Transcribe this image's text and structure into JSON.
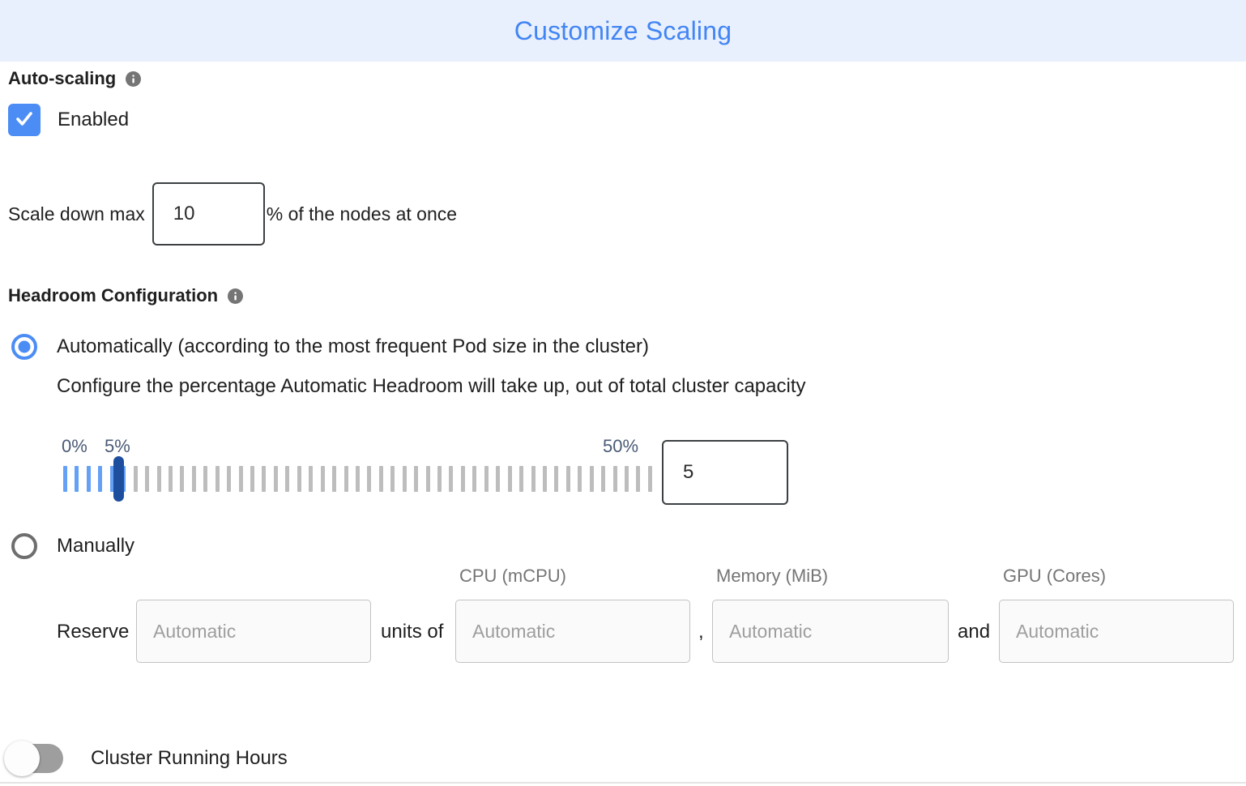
{
  "header": {
    "title": "Customize Scaling"
  },
  "auto_scaling": {
    "label": "Auto-scaling",
    "enabled_label": "Enabled",
    "enabled": true
  },
  "scale_down": {
    "prefix": "Scale down max",
    "value": "10",
    "suffix": "% of the nodes at once"
  },
  "headroom": {
    "label": "Headroom Configuration",
    "auto_option_label": "Automatically (according to the most frequent Pod size in the cluster)",
    "auto_option_selected": true,
    "auto_description": "Configure the percentage Automatic Headroom will take up, out of total cluster capacity",
    "slider": {
      "min_label": "0%",
      "current_label": "5%",
      "max_label": "50%",
      "value": "5",
      "tick_count": 51,
      "filled_ticks": 6
    },
    "manual_option_label": "Manually",
    "manual_option_selected": false
  },
  "reserve": {
    "label": "Reserve",
    "units_of_label": "units of",
    "comma_label": ",",
    "and_label": "and",
    "column_headers": [
      "CPU (mCPU)",
      "Memory (MiB)",
      "GPU (Cores)"
    ],
    "placeholders": [
      "Automatic",
      "Automatic",
      "Automatic",
      "Automatic"
    ]
  },
  "cluster_running_hours": {
    "label": "Cluster Running Hours",
    "enabled": false
  },
  "icons": {
    "info": "info-icon",
    "check": "checkmark-icon"
  },
  "colors": {
    "header_bg": "#E9F0FD",
    "title_blue": "#4285F4",
    "control_blue": "#4C8DF5",
    "tick_blue": "#64A1F6",
    "tick_gray": "#BDBDBD",
    "thumb_navy": "#1D4F9E",
    "slider_label_gray_blue": "#4A5A75",
    "muted_gray": "#757575"
  }
}
